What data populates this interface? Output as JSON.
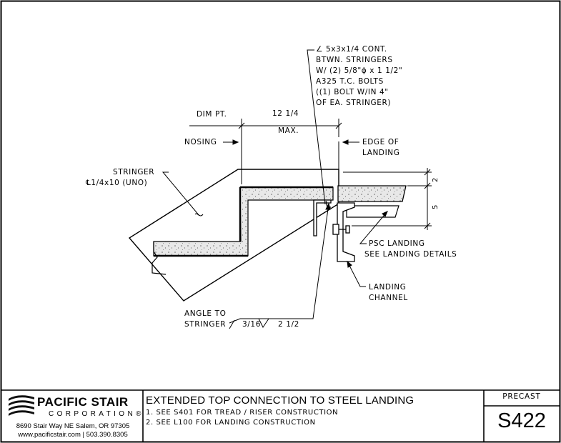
{
  "drawing": {
    "callouts": {
      "angle_lines": [
        "∠ 5x3x1/4 CONT.",
        "BTWN. STRINGERS",
        "W/ (2) 5/8\"ɸ x 1 1/2\"",
        "A325 T.C. BOLTS",
        "((1) BOLT W/IN 4\"",
        "OF EA. STRINGER)"
      ],
      "dim_pt": "DIM PT.",
      "dim_value": "12 1/4",
      "dim_max": "MAX.",
      "nosing": "NOSING",
      "edge_lines": [
        "EDGE OF",
        "LANDING"
      ],
      "stringer_lines": [
        "STRINGER",
        "℄1/4x10 (UNO)"
      ],
      "psc_lines": [
        "PSC LANDING",
        "SEE LANDING DETAILS"
      ],
      "channel_lines": [
        "LANDING",
        "CHANNEL"
      ],
      "weld_lines": [
        "ANGLE TO",
        "STRINGER"
      ],
      "weld_size": "3/16",
      "weld_length": "2 1/2",
      "dim_top": "2",
      "dim_side": "5"
    }
  },
  "title_block": {
    "company": "PACIFIC STAIR",
    "corporation": "CORPORATION®",
    "address": "8690 Stair Way NE Salem, OR 97305",
    "contact": "www.pacificstair.com | 503.390.8305",
    "title": "EXTENDED TOP CONNECTION TO STEEL LANDING",
    "note1": "1. SEE S401 FOR TREAD / RISER CONSTRUCTION",
    "note2": "2. SEE L100 FOR LANDING CONSTRUCTION",
    "category": "PRECAST",
    "sheet": "S422"
  }
}
